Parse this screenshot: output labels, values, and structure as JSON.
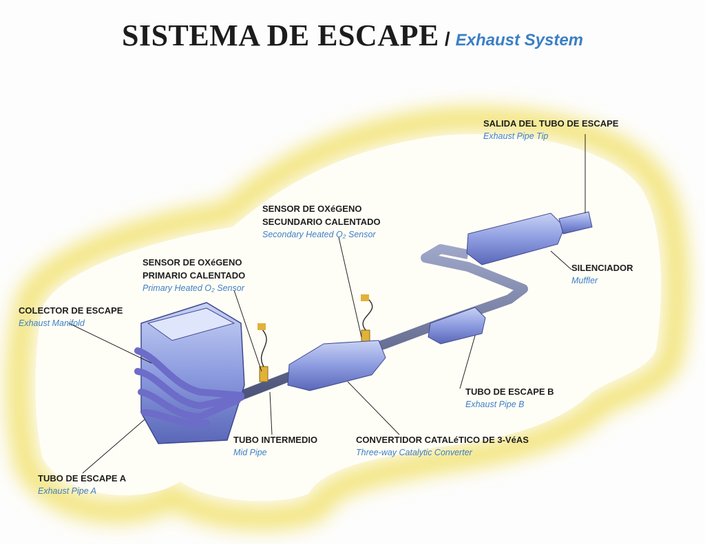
{
  "title": {
    "spanish": "SISTEMA DE ESCAPE",
    "separator": "/",
    "english": "Exhaust System"
  },
  "labels": {
    "pipe_tip": {
      "es": "SALIDA DEL TUBO DE ESCAPE",
      "en": "Exhaust Pipe Tip"
    },
    "secondary_sensor": {
      "es1": "SENSOR DE OXéGENO",
      "es2": "SECUNDARIO CALENTADO",
      "en": "Secondary Heated O₂ Sensor"
    },
    "primary_sensor": {
      "es1": "SENSOR DE OXéGENO",
      "es2": "PRIMARIO CALENTADO",
      "en": "Primary Heated O₂ Sensor"
    },
    "muffler": {
      "es": "SILENCIADOR",
      "en": "Muffler"
    },
    "manifold": {
      "es": "COLECTOR DE ESCAPE",
      "en": "Exhaust Manifold"
    },
    "pipe_b": {
      "es": "TUBO DE ESCAPE B",
      "en": "Exhaust Pipe B"
    },
    "mid_pipe": {
      "es": "TUBO INTERMEDIO",
      "en": "Mid Pipe"
    },
    "catalytic": {
      "es": "CONVERTIDOR CATALéTICO DE 3-VéAS",
      "en": "Three-way Catalytic Converter"
    },
    "pipe_a": {
      "es": "TUBO DE ESCAPE A",
      "en": "Exhaust Pipe A"
    }
  },
  "colors": {
    "glow": "#f7ea8c",
    "component": "#8f9fe0",
    "title_accent": "#3b7fc4"
  }
}
